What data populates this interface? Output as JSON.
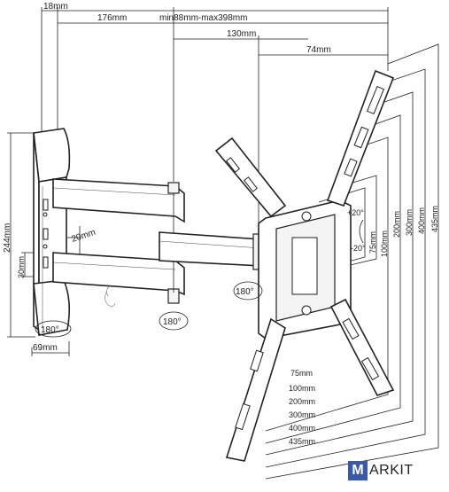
{
  "diagram": {
    "top_dims": {
      "d1": "18mm",
      "d2": "176mm",
      "d3": "min88mm-max398mm",
      "d4": "130mm",
      "d5": "74mm"
    },
    "left_dims": {
      "height": "244mm",
      "gap": "30mm",
      "arm_offset": "20mm",
      "depth": "69mm"
    },
    "rotations": {
      "wall": "180°",
      "arm": "180°",
      "head": "180°"
    },
    "tilt": {
      "up": "+20°",
      "down": "-20°"
    },
    "vertical_vesa": [
      "75mm",
      "100mm",
      "200mm",
      "300mm",
      "400mm",
      "435mm"
    ],
    "horizontal_vesa": [
      "75mm",
      "100mm",
      "200mm",
      "300mm",
      "400mm",
      "435mm"
    ]
  },
  "brand": {
    "logo_letter": "M",
    "logo_rest": "ARKIT"
  }
}
